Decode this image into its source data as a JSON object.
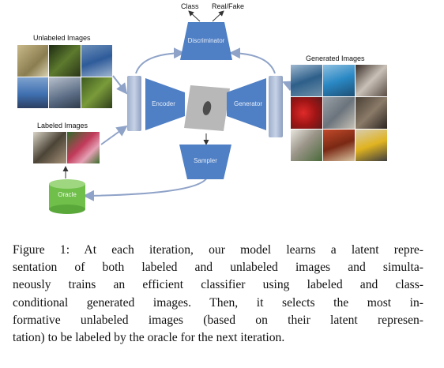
{
  "figure": {
    "labels": {
      "class": "Class",
      "real_fake": "Real/Fake",
      "unlabeled_images": "Unlabeled Images",
      "labeled_images": "Labeled Images",
      "generated_images": "Generated Images"
    },
    "blocks": {
      "discriminator": "Discriminator",
      "encoder": "Encoder",
      "generator": "Generator",
      "sampler": "Sampler",
      "oracle": "Oracle"
    },
    "colors": {
      "block_blue": "#4f7fc4",
      "latent_gray": "#b9b9b9",
      "oracle_green": "#6fbf4a",
      "arrow_blue": "#8fa3c8"
    }
  },
  "caption": {
    "lines": [
      "Figure 1: At each iteration, our model learns a latent repre-",
      "sentation of both labeled and unlabeled images and simulta-",
      "neously trains an efficient classifier using labeled and class-",
      "conditional generated images. Then, it selects the most in-",
      "formative unlabeled images (based on their latent represen-",
      "tation) to be labeled by the oracle for the next iteration."
    ]
  }
}
